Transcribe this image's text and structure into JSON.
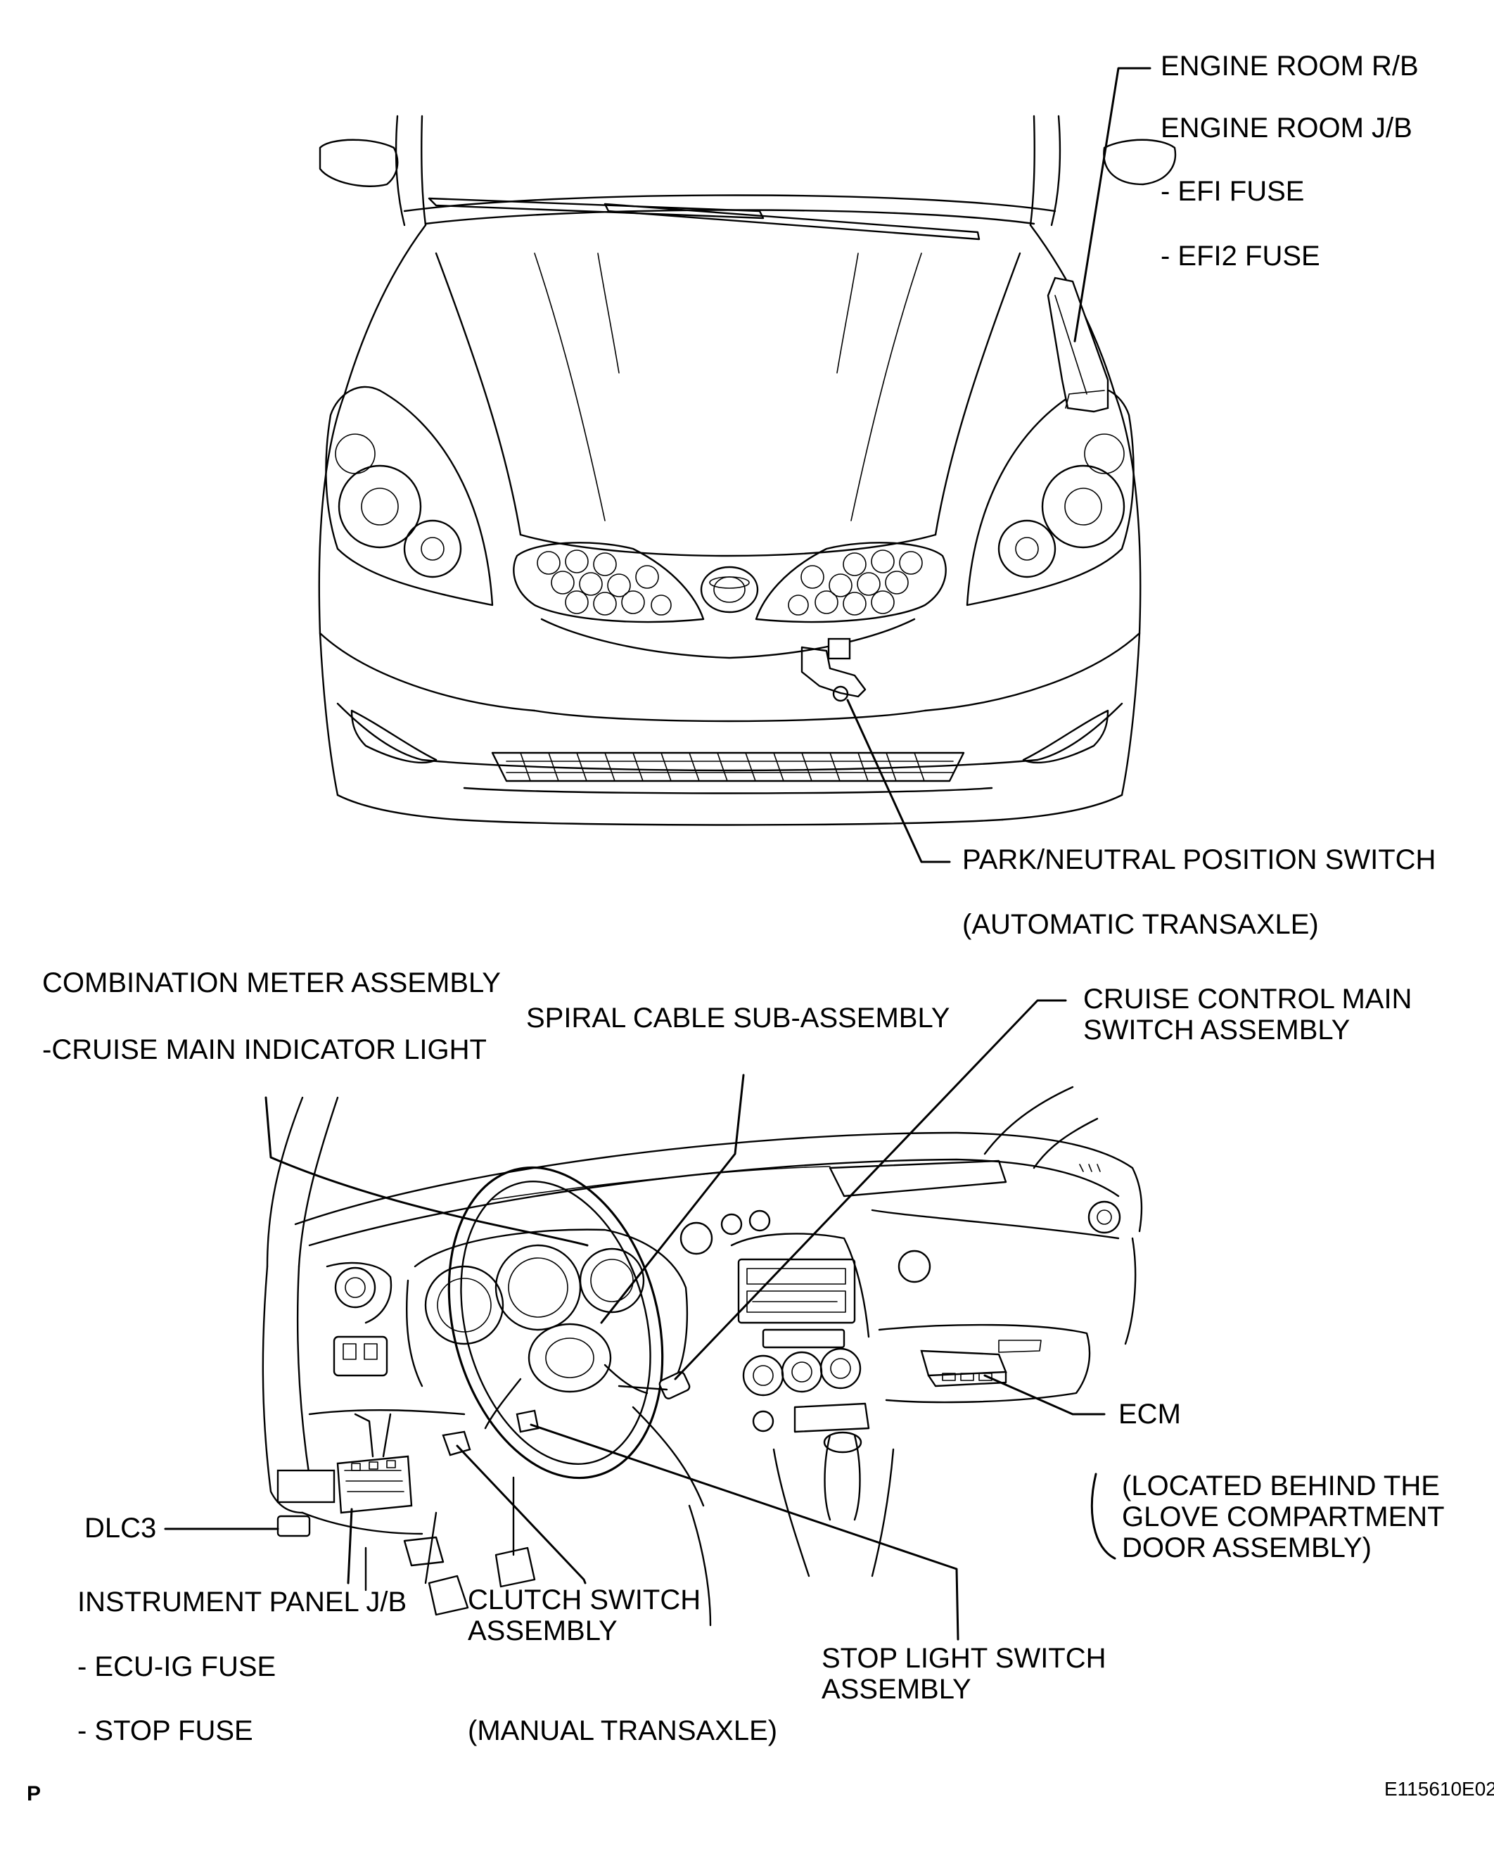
{
  "labels": {
    "engine_room_rb": "ENGINE ROOM R/B",
    "engine_room_jb": "ENGINE ROOM J/B",
    "efi_fuse": "- EFI FUSE",
    "efi2_fuse": "- EFI2 FUSE",
    "park_neutral_switch": "PARK/NEUTRAL POSITION SWITCH",
    "automatic_transaxle": "(AUTOMATIC TRANSAXLE)",
    "combination_meter": "COMBINATION METER ASSEMBLY",
    "cruise_main_indicator": "-CRUISE MAIN INDICATOR LIGHT",
    "spiral_cable": "SPIRAL CABLE SUB-ASSEMBLY",
    "cruise_control_main_switch": "CRUISE CONTROL MAIN\nSWITCH ASSEMBLY",
    "ecm": "ECM",
    "ecm_location": "(LOCATED BEHIND THE\nGLOVE COMPARTMENT\nDOOR ASSEMBLY)",
    "dlc3": "DLC3",
    "instrument_panel_jb": "INSTRUMENT PANEL J/B",
    "ecu_ig_fuse": "- ECU-IG FUSE",
    "stop_fuse": "- STOP FUSE",
    "clutch_switch": "CLUTCH SWITCH\nASSEMBLY",
    "manual_transaxle": "(MANUAL TRANSAXLE)",
    "stop_light_switch": "STOP LIGHT SWITCH\nASSEMBLY",
    "corner_mark": "P",
    "figure_code": "E115610E02"
  }
}
